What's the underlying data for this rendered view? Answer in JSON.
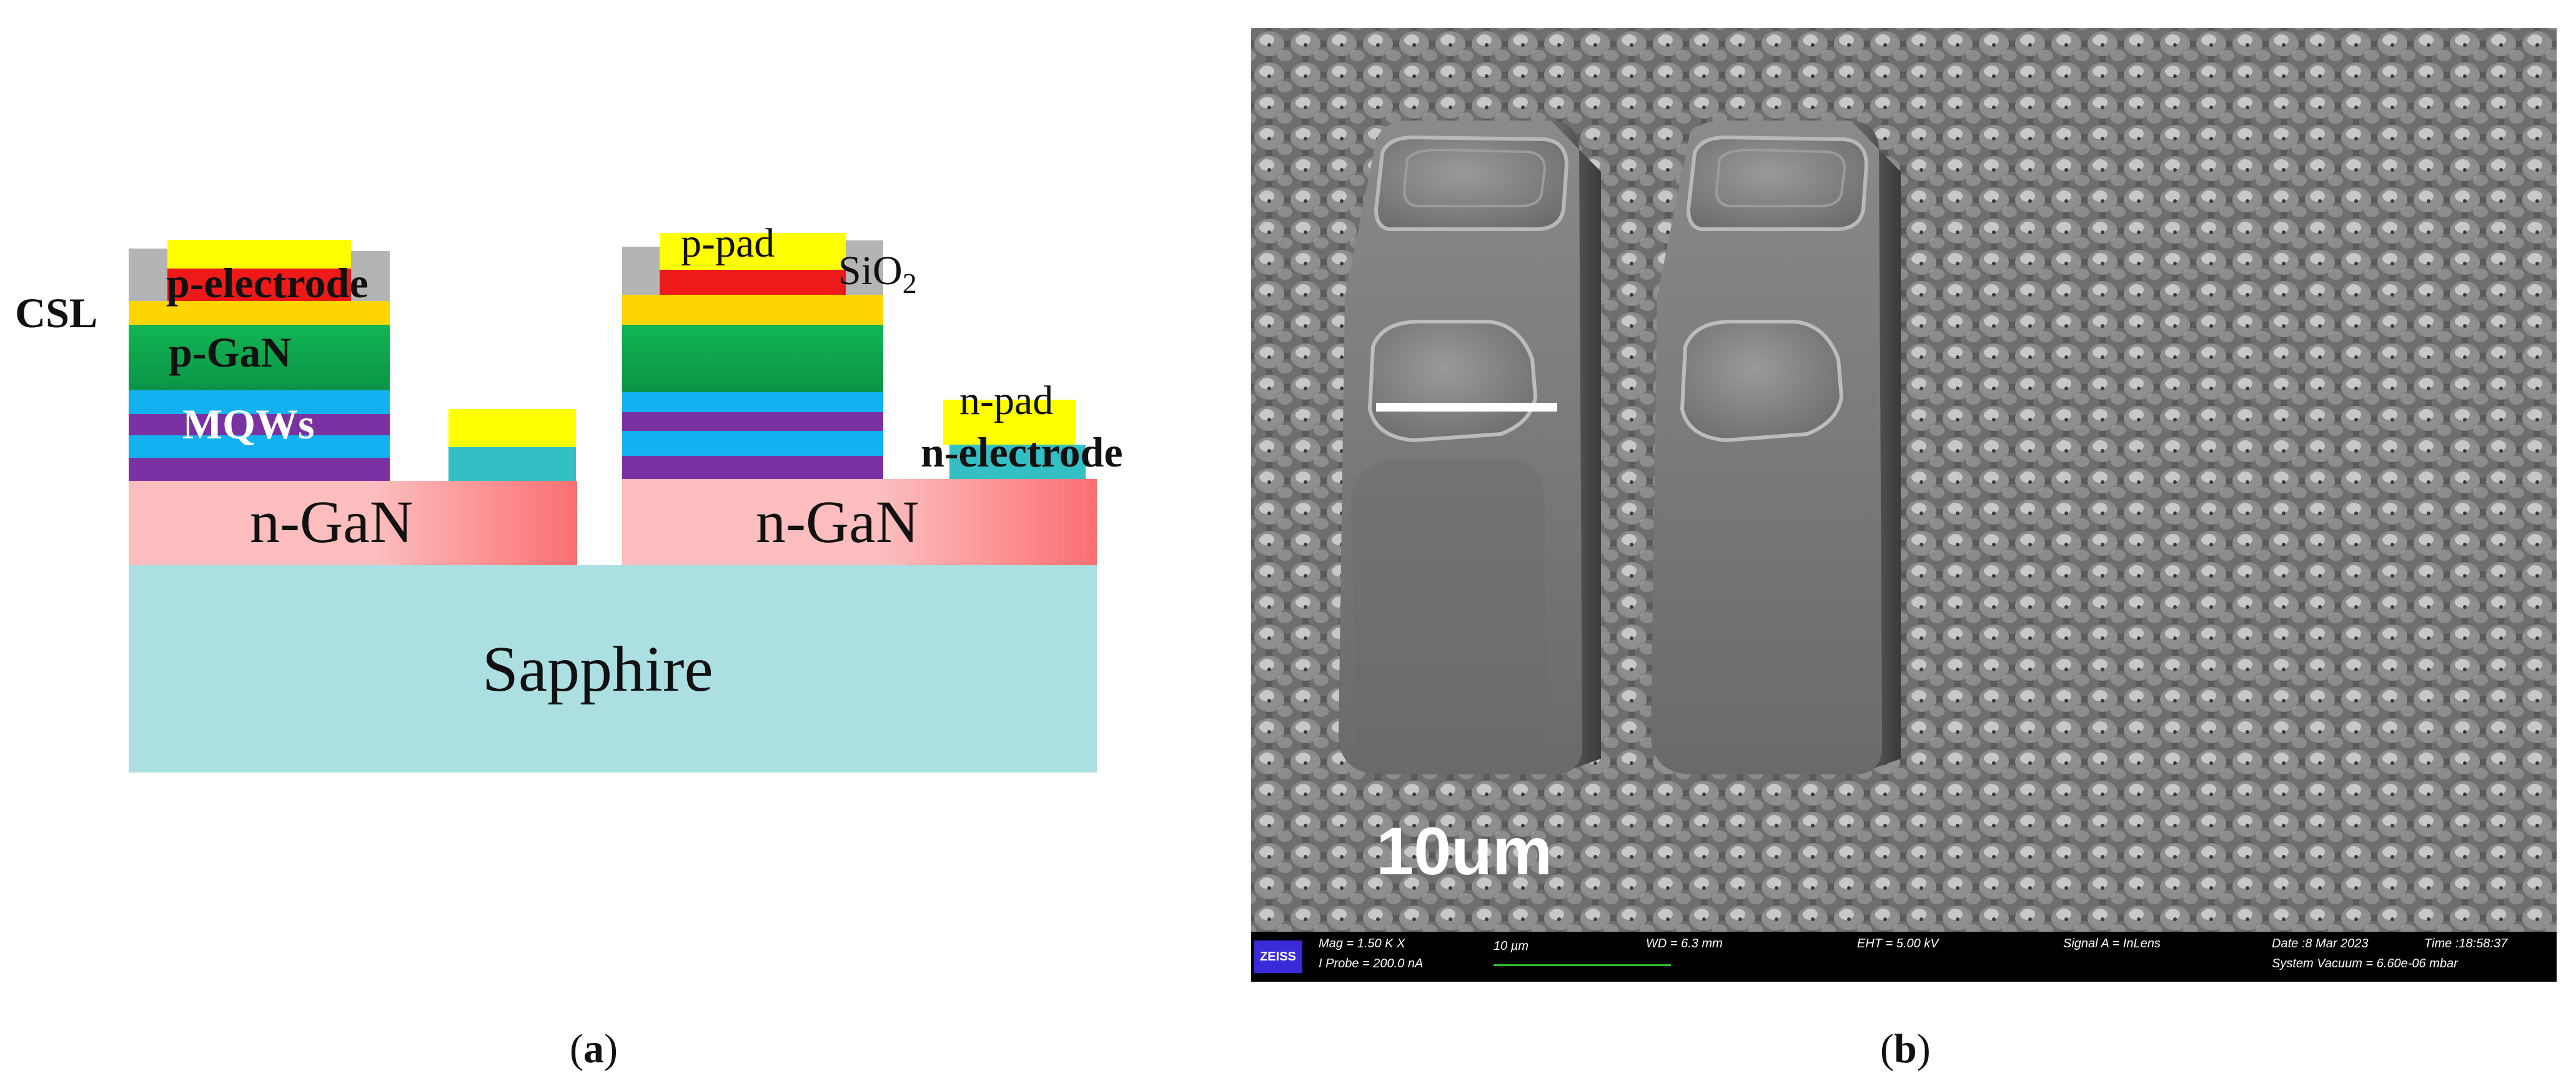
{
  "panel_a": {
    "labels": {
      "csl": "CSL",
      "p_electrode": "p-electrode",
      "p_gan": "p-GaN",
      "mqws": "MQWs",
      "p_pad": "p-pad",
      "sio2": "SiO",
      "sio2_sub": "2",
      "n_pad": "n-pad",
      "n_electrode": "n-electrode",
      "n_gan_left": "n-GaN",
      "n_gan_right": "n-GaN",
      "sapphire": "Sapphire"
    },
    "colors": {
      "sapphire": "#acdfe2",
      "n_gan_light": "#fbbdbd",
      "n_gan_dark": "#fb6f72",
      "mqw_blue": "#12b1ef",
      "mqw_purple": "#7a32a3",
      "p_gan_green": "#0ea752",
      "csl_yellow": "#ffd500",
      "p_electrode_red": "#ee1a1a",
      "pad_yellow": "#ffff00",
      "sio2_gray": "#b4b4b4",
      "n_electrode_teal": "#34bfc4"
    }
  },
  "panel_b": {
    "scale_bar_label": "10um",
    "info_bar": {
      "logo": "ZEISS",
      "mag": "Mag =   1.50 K X",
      "iprobe": "I Probe =  200.0 nA",
      "scale_text": "10 µm",
      "wd": "WD =  6.3 mm",
      "eht": "EHT =  5.00 kV",
      "signal": "Signal A = InLens",
      "date": "Date :8 Mar 2023",
      "time": "Time :18:58:37",
      "vacuum": "System Vacuum = 6.60e-06 mbar"
    }
  },
  "captions": {
    "a_open": "(",
    "a_letter": "a",
    "a_close": ")",
    "b_open": "(",
    "b_letter": "b",
    "b_close": ")"
  }
}
